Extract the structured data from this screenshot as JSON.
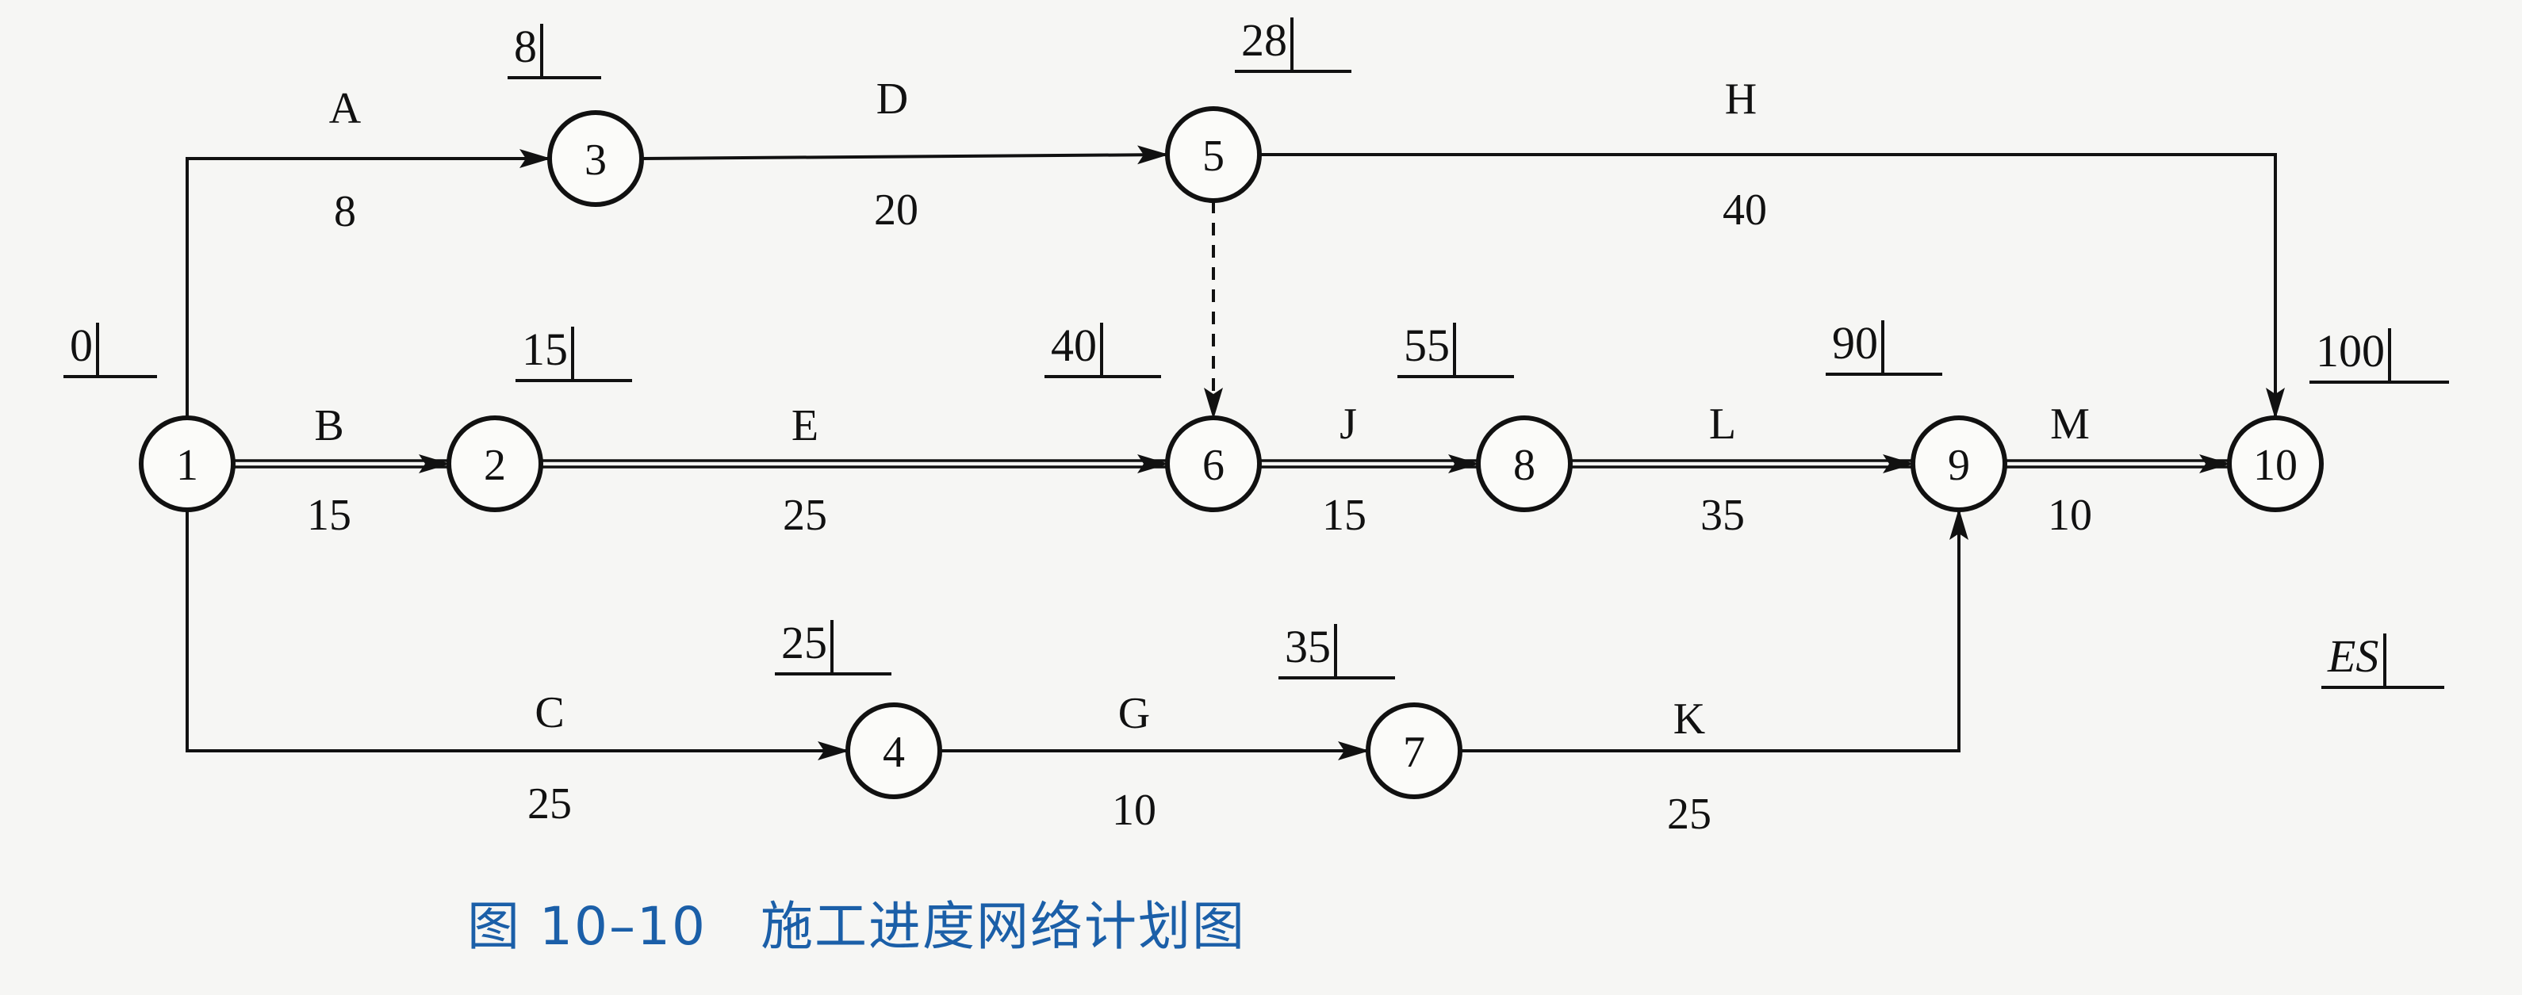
{
  "nodes": [
    {
      "id": "1",
      "label": "1"
    },
    {
      "id": "2",
      "label": "2"
    },
    {
      "id": "3",
      "label": "3"
    },
    {
      "id": "4",
      "label": "4"
    },
    {
      "id": "5",
      "label": "5"
    },
    {
      "id": "6",
      "label": "6"
    },
    {
      "id": "7",
      "label": "7"
    },
    {
      "id": "8",
      "label": "8"
    },
    {
      "id": "9",
      "label": "9"
    },
    {
      "id": "10",
      "label": "10"
    }
  ],
  "activities": [
    {
      "name": "A",
      "duration": "8",
      "from": "1",
      "to": "3",
      "critical": false
    },
    {
      "name": "B",
      "duration": "15",
      "from": "1",
      "to": "2",
      "critical": true
    },
    {
      "name": "C",
      "duration": "25",
      "from": "1",
      "to": "4",
      "critical": false
    },
    {
      "name": "D",
      "duration": "20",
      "from": "3",
      "to": "5",
      "critical": false
    },
    {
      "name": "E",
      "duration": "25",
      "from": "2",
      "to": "6",
      "critical": true
    },
    {
      "name": "G",
      "duration": "10",
      "from": "4",
      "to": "7",
      "critical": false
    },
    {
      "name": "H",
      "duration": "40",
      "from": "5",
      "to": "10",
      "critical": false
    },
    {
      "name": "J",
      "duration": "15",
      "from": "6",
      "to": "8",
      "critical": true
    },
    {
      "name": "K",
      "duration": "25",
      "from": "7",
      "to": "9",
      "critical": false
    },
    {
      "name": "L",
      "duration": "35",
      "from": "8",
      "to": "9",
      "critical": true
    },
    {
      "name": "M",
      "duration": "10",
      "from": "9",
      "to": "10",
      "critical": true
    }
  ],
  "dummy_activities": [
    {
      "from": "5",
      "to": "6"
    }
  ],
  "earliest_start": {
    "1": "0",
    "2": "15",
    "3": "8",
    "4": "25",
    "5": "28",
    "6": "40",
    "7": "35",
    "8": "55",
    "9": "90",
    "10": "100"
  },
  "legend": {
    "label": "ES"
  },
  "caption": "图 10–10　施工进度网络计划图"
}
